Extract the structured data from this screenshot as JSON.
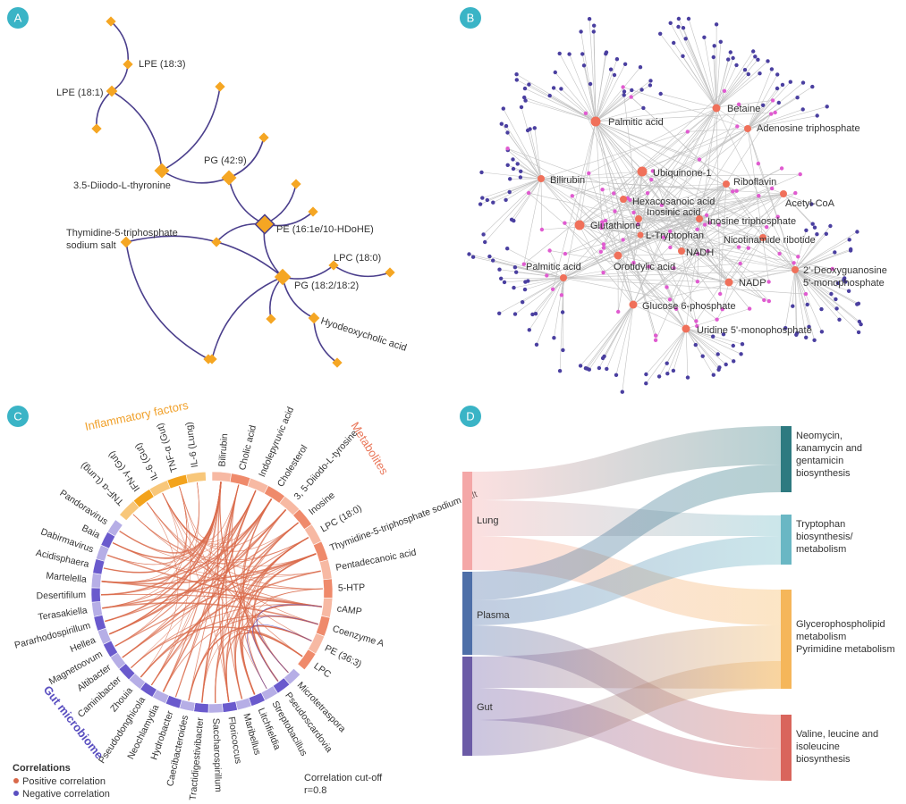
{
  "panel_labels": [
    "A",
    "B",
    "C",
    "D"
  ],
  "panelA": {
    "nodes": [
      {
        "id": "lpe183",
        "label": "LPE (18:3)"
      },
      {
        "id": "lpe181",
        "label": "LPE (18:1)"
      },
      {
        "id": "diiodo",
        "label": "3.5-Diiodo-L-thyronine"
      },
      {
        "id": "pg429",
        "label": "PG (42:9)"
      },
      {
        "id": "pe161",
        "label": "PE (16:1e/10-HDoHE)"
      },
      {
        "id": "thymidine",
        "label": "Thymidine-5-triphosphate sodium salt"
      },
      {
        "id": "lpc180",
        "label": "LPC (18:0)"
      },
      {
        "id": "pg182",
        "label": "PG (18:2/18:2)"
      },
      {
        "id": "hyodeoxy",
        "label": "Hyodeoxycholic acid"
      }
    ]
  },
  "panelB": {
    "hubs": [
      "Palmitic acid",
      "Betaine",
      "Adenosine triphosphate",
      "Ubiquinone-1",
      "Bilirubin",
      "Riboflavin",
      "Hexacosanoic acid",
      "Acetyl-CoA",
      "Inosinic acid",
      "Inosine triphosphate",
      "Glutathione",
      "L-Tryptophan",
      "Nicotinamide ribotide",
      "NADH",
      "Palmitic acid",
      "Orotidylic acid",
      "2'-Deoxyguanosine 5'-monophosphate",
      "NADP",
      "Glucose 6-phosphate",
      "Uridine 5'-monophosphate"
    ]
  },
  "panelC": {
    "group_titles": {
      "inflammatory": "Inflammatory factors",
      "metabolites": "Metabolites",
      "microbiome": "Gut microbiome"
    },
    "inflammatory": [
      "TNF-α (Lung)",
      "IFN-γ (Gut)",
      "IL-6 (Gut)",
      "TNF-α (Gut)",
      "IL-6 (Lung)"
    ],
    "metabolites": [
      "Bilirubin",
      "Cholic acid",
      "Indolepyruvic acid",
      "Cholesterol",
      "3, 5-Diiodo-L-tyrosine",
      "Inosine",
      "LPC (18:0)",
      "Thymidine-5-triphosphate sodium salt",
      "Pentadecanoic acid",
      "5-HTP",
      "cAMP",
      "Coenzyme A",
      "PE (36:3)",
      "LPC"
    ],
    "microbiome": [
      "Microtetraspora",
      "Pseudoscardovia",
      "Streptobacillus",
      "Litchfieldia",
      "Maribellus",
      "Floricoccus",
      "Saccharospirillum",
      "Tractidigestivibacter",
      "Caecibacteroides",
      "Hydrobacter",
      "Neochlamydia",
      "Pseudodonghicola",
      "Zhouia",
      "Caminibacter",
      "Altibacter",
      "Magnetoovum",
      "Hellea",
      "Pararhodospirillum",
      "Terasakiella",
      "Desertifilum",
      "Martelella",
      "Acidisphaera",
      "Dabirmavirus",
      "Baia",
      "Pandoravirus"
    ],
    "legend": {
      "title": "Correlations",
      "positive": "Positive correlation",
      "negative": "Negative correlation"
    },
    "cutoff_label": "Correlation cut-off",
    "cutoff_value": "r=0.8",
    "colors": {
      "positive": "#d9694a",
      "negative": "#5a4fc0",
      "inflammatory": "#f3a31c",
      "metabolites": "#ef8a6b",
      "microbiome": "#6a5acd"
    }
  },
  "panelD": {
    "sources": [
      {
        "label": "Lung",
        "color": "#f4a7a7"
      },
      {
        "label": "Plasma",
        "color": "#4e6fa8"
      },
      {
        "label": "Gut",
        "color": "#6b5ba6"
      }
    ],
    "targets": [
      {
        "label": "Neomycin, kanamycin and gentamicin biosynthesis",
        "lines": [
          "Neomycin,",
          "kanamycin and",
          "gentamicin",
          "biosynthesis"
        ],
        "color": "#2e7a80"
      },
      {
        "label": "Tryptophan biosynthesis/ metabolism",
        "lines": [
          "Tryptophan",
          "biosynthesis/",
          "metabolism"
        ],
        "color": "#6ab7c4"
      },
      {
        "label": "Glycerophospholipid metabolism Pyrimidine metabolism",
        "lines": [
          "Glycerophospholipid",
          "metabolism",
          "Pyrimidine metabolism"
        ],
        "color": "#f5b65a"
      },
      {
        "label": "Valine, leucine and isoleucine biosynthesis",
        "lines": [
          "Valine, leucine and",
          "isoleucine",
          "biosynthesis"
        ],
        "color": "#d9655c"
      }
    ]
  }
}
